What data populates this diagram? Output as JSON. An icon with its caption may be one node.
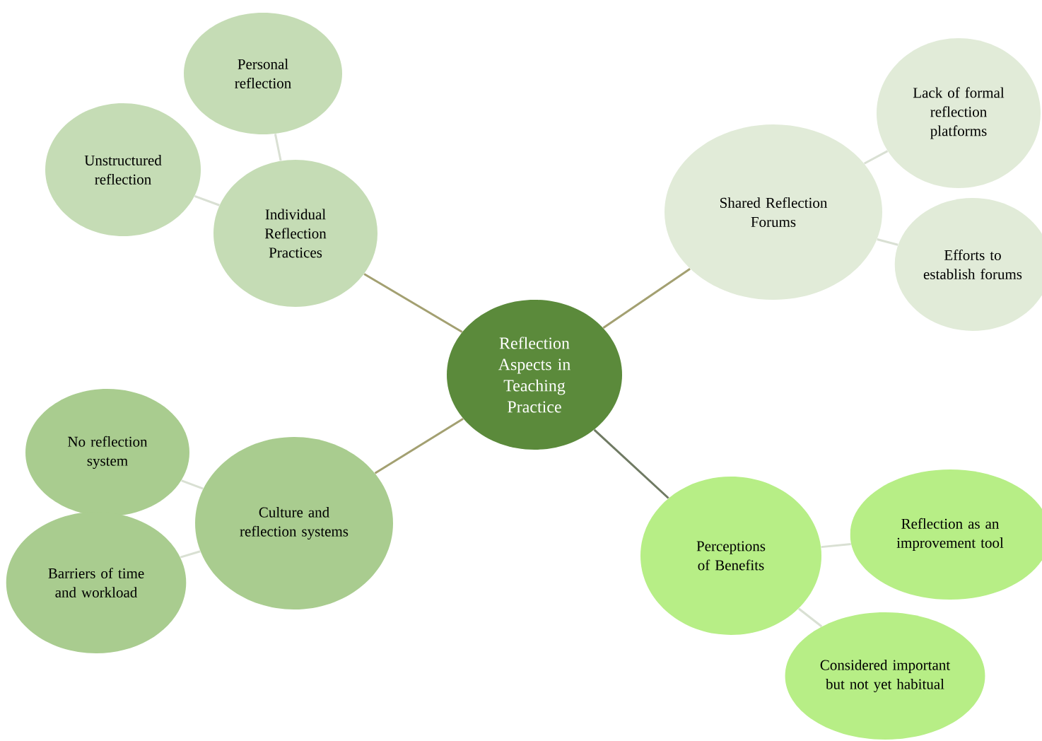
{
  "diagram": {
    "nodes": [
      {
        "text": [
          "Reflection Aspects in Teaching Practice"
        ]
      },
      {
        "text": [
          "Individual Reflection Practices"
        ]
      },
      {
        "text": [
          "Personal reflection"
        ]
      },
      {
        "text": [
          "Unstructured reflection"
        ]
      },
      {
        "text": [
          "Shared Reflection Forums"
        ]
      },
      {
        "text": [
          "Lack of formal reflection platforms"
        ]
      },
      {
        "text": [
          "Efforts to establish forums"
        ]
      },
      {
        "text": [
          "Culture and reflection systems"
        ]
      },
      {
        "text": [
          "No reflection system"
        ]
      },
      {
        "text": [
          "Barriers of time and workload"
        ]
      },
      {
        "text": [
          "Perceptions of Benefits"
        ]
      },
      {
        "text": [
          "Reflection as an improvement tool"
        ]
      },
      {
        "text": [
          "Considered important but not yet habitual"
        ]
      }
    ],
    "edges": [
      {
        "from": 0,
        "to": 1,
        "arrow": "none",
        "color": "#a3a071"
      },
      {
        "from": 1,
        "to": 2,
        "arrow": "none"
      },
      {
        "from": 1,
        "to": 3,
        "arrow": "none"
      },
      {
        "from": 0,
        "to": 4,
        "arrow": "none",
        "color": "#a3a071"
      },
      {
        "from": 4,
        "to": 5,
        "arrow": "none"
      },
      {
        "from": 4,
        "to": 6,
        "arrow": "none"
      },
      {
        "from": 0,
        "to": 7,
        "arrow": "none",
        "color": "#a3a071"
      },
      {
        "from": 7,
        "to": 8,
        "arrow": "none"
      },
      {
        "from": 7,
        "to": 9,
        "arrow": "none"
      },
      {
        "from": 0,
        "to": 10,
        "arrow": "none",
        "color": "#6f7a63"
      },
      {
        "from": 10,
        "to": 11,
        "arrow": "none"
      },
      {
        "from": 10,
        "to": 12,
        "arrow": "none"
      }
    ]
  }
}
